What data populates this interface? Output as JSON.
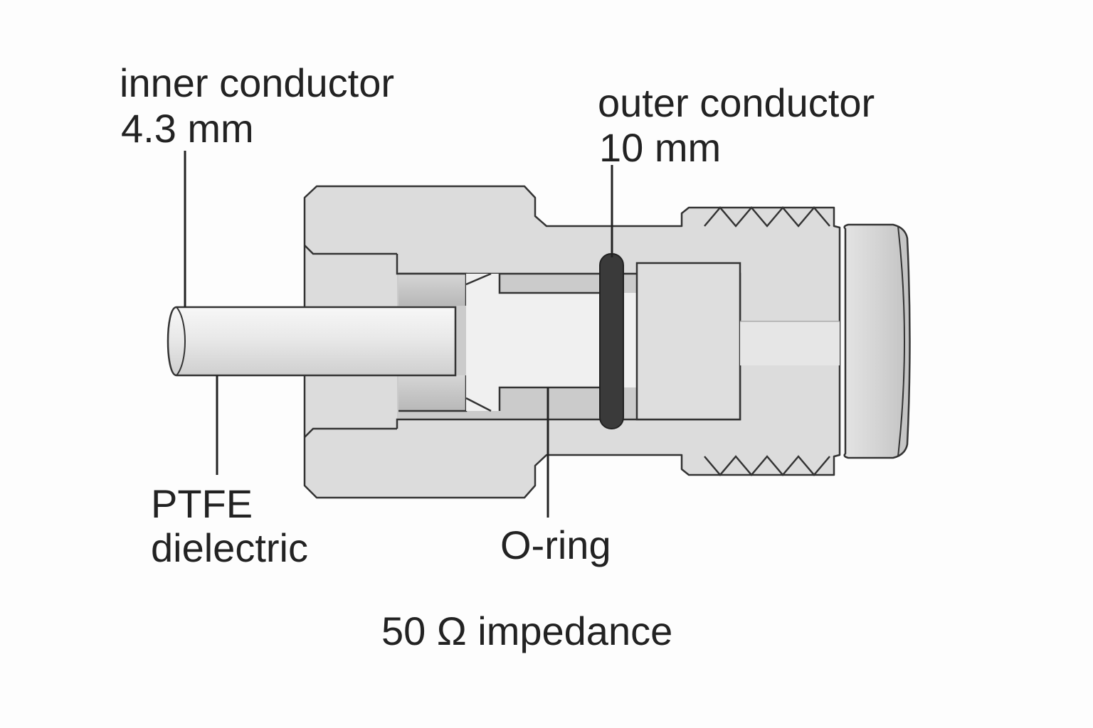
{
  "labels": {
    "inner_conductor": {
      "name": "inner conductor",
      "dimension": "4.3 mm"
    },
    "outer_conductor": {
      "name": "outer conductor",
      "dimension": "10 mm"
    },
    "dielectric": {
      "line1": "PTFE",
      "line2": "dielectric"
    },
    "o_ring": {
      "name": "O-ring"
    },
    "impedance": {
      "text": "50 Ω impedance"
    }
  },
  "colors": {
    "body_fill": "#dcdcdc",
    "cavity_fill": "#c8c8c8",
    "pin_fill": "#eeeeee",
    "outline": "#333333",
    "o_ring": "#333333",
    "text": "#222222"
  }
}
